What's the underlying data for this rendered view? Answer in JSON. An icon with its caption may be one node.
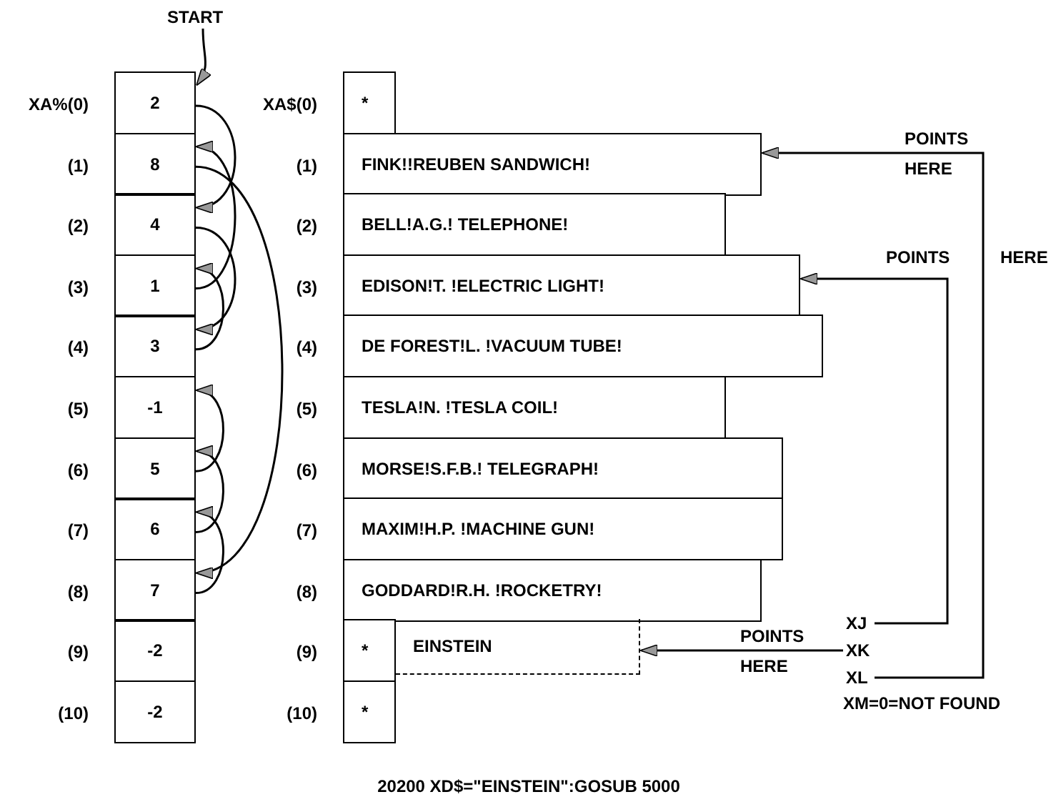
{
  "diagram": {
    "caption": "20200 XD$=\"EINSTEIN\":GOSUB 5000",
    "nodes": [
      {
        "text": [
          "START"
        ]
      },
      {
        "text": [
          "2"
        ],
        "beside": [
          "XA%(0)"
        ]
      },
      {
        "text": [
          "8"
        ],
        "beside": [
          "(1)"
        ]
      },
      {
        "text": [
          "4"
        ],
        "beside": [
          "(2)"
        ]
      },
      {
        "text": [
          "1"
        ],
        "beside": [
          "(3)"
        ]
      },
      {
        "text": [
          "3"
        ],
        "beside": [
          "(4)"
        ]
      },
      {
        "text": [
          "-1"
        ],
        "beside": [
          "(5)"
        ]
      },
      {
        "text": [
          "5"
        ],
        "beside": [
          "(6)"
        ]
      },
      {
        "text": [
          "6"
        ],
        "beside": [
          "(7)"
        ]
      },
      {
        "text": [
          "7"
        ],
        "beside": [
          "(8)"
        ]
      },
      {
        "text": [
          "-2"
        ],
        "beside": [
          "(9)"
        ]
      },
      {
        "text": [
          "-2"
        ],
        "beside": [
          "(10)"
        ]
      },
      {
        "text": [
          "*"
        ],
        "beside": [
          "XA$(0)"
        ]
      },
      {
        "text": [
          "FINK!!REUBEN SANDWICH!"
        ],
        "beside": [
          "(1)"
        ]
      },
      {
        "text": [
          "BELL!A.G.! TELEPHONE!"
        ],
        "beside": [
          "(2)"
        ]
      },
      {
        "text": [
          "EDISON!T. !ELECTRIC LIGHT!"
        ],
        "beside": [
          "(3)"
        ]
      },
      {
        "text": [
          "DE FOREST!L. !VACUUM TUBE!"
        ],
        "beside": [
          "(4)"
        ]
      },
      {
        "text": [
          "TESLA!N. !TESLA COIL!"
        ],
        "beside": [
          "(5)"
        ]
      },
      {
        "text": [
          "MORSE!S.F.B.! TELEGRAPH!"
        ],
        "beside": [
          "(6)"
        ]
      },
      {
        "text": [
          "MAXIM!H.P. !MACHINE GUN!"
        ],
        "beside": [
          "(7)"
        ]
      },
      {
        "text": [
          "GODDARD!R.H. !ROCKETRY!"
        ],
        "beside": [
          "(8)"
        ]
      },
      {
        "text": [
          "*"
        ],
        "beside": [
          "(9)"
        ]
      },
      {
        "text": [
          "*"
        ],
        "beside": [
          "(10)"
        ]
      },
      {
        "text": [
          "EINSTEIN"
        ]
      },
      {
        "text": [
          "XJ"
        ]
      },
      {
        "text": [
          "XK"
        ]
      },
      {
        "text": [
          "XL"
        ]
      }
    ],
    "edges": [
      {
        "from": 0,
        "to": 1,
        "arrow": "to"
      },
      {
        "from": 1,
        "to": 3,
        "arrow": "to"
      },
      {
        "from": 3,
        "to": 5,
        "arrow": "to"
      },
      {
        "from": 5,
        "to": 4,
        "arrow": "to"
      },
      {
        "from": 4,
        "to": 2,
        "arrow": "to"
      },
      {
        "from": 2,
        "to": 9,
        "arrow": "to"
      },
      {
        "from": 9,
        "to": 8,
        "arrow": "to"
      },
      {
        "from": 8,
        "to": 7,
        "arrow": "to"
      },
      {
        "from": 7,
        "to": 6,
        "arrow": "to"
      },
      {
        "from": 24,
        "to": 15,
        "arrow": "to"
      },
      {
        "from": 25,
        "to": 23,
        "arrow": "to"
      },
      {
        "from": 26,
        "to": 13,
        "arrow": "to"
      }
    ],
    "labels": [
      "POINTS HERE",
      "POINTS",
      "HERE",
      "POINTS HERE",
      "XM=0=NOT FOUND"
    ]
  }
}
